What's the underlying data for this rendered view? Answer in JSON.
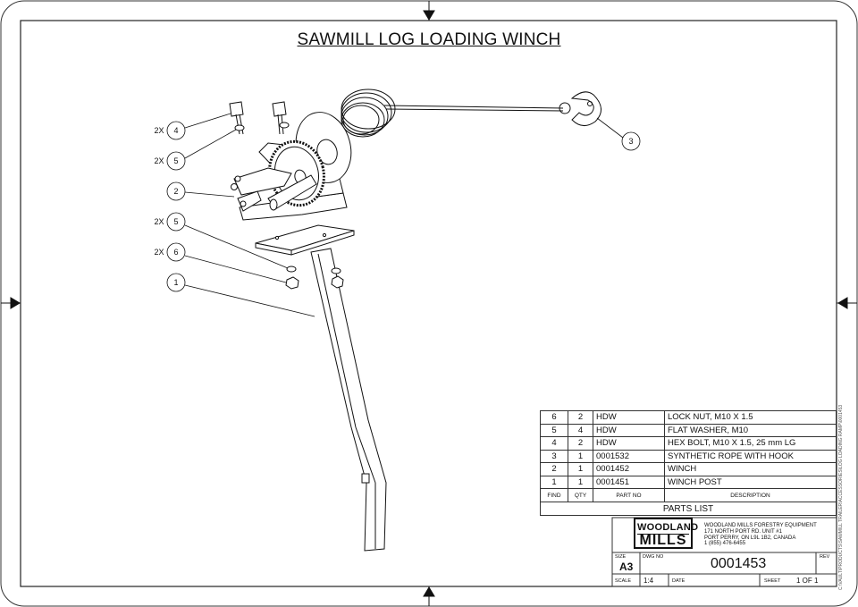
{
  "drawing": {
    "title": "SAWMILL LOG LOADING WINCH",
    "side_path": "C:\\VAULT\\PRODUCTS\\SAWMILL TRAILER\\ACCESSORIES\\LOG LOADING RAMP\\0001453"
  },
  "callouts": [
    {
      "qty": "2X",
      "item": "4"
    },
    {
      "qty": "2X",
      "item": "5"
    },
    {
      "qty": "",
      "item": "2"
    },
    {
      "qty": "2X",
      "item": "5"
    },
    {
      "qty": "2X",
      "item": "6"
    },
    {
      "qty": "",
      "item": "1"
    },
    {
      "qty": "",
      "item": "3"
    }
  ],
  "parts_list": {
    "rows": [
      {
        "find": "6",
        "qty": "2",
        "part_no": "HDW",
        "description": "LOCK NUT, M10 X 1.5"
      },
      {
        "find": "5",
        "qty": "4",
        "part_no": "HDW",
        "description": "FLAT WASHER, M10"
      },
      {
        "find": "4",
        "qty": "2",
        "part_no": "HDW",
        "description": "HEX BOLT, M10 X 1.5, 25 mm LG"
      },
      {
        "find": "3",
        "qty": "1",
        "part_no": "0001532",
        "description": "SYNTHETIC ROPE WITH HOOK"
      },
      {
        "find": "2",
        "qty": "1",
        "part_no": "0001452",
        "description": "WINCH"
      },
      {
        "find": "1",
        "qty": "1",
        "part_no": "0001451",
        "description": "WINCH POST"
      }
    ],
    "headers": {
      "find": "FIND",
      "qty": "QTY",
      "part_no": "PART NO",
      "description": "DESCRIPTION"
    },
    "caption": "PARTS LIST"
  },
  "title_block": {
    "logo_line1": "WOODLAND",
    "logo_line2": "MILLS",
    "company": "WOODLAND MILLS FORESTRY EQUIPMENT",
    "address1": "171 NORTH PORT RD. UNIT #1",
    "address2": "PORT PERRY, ON L9L 1B2, CANADA",
    "phone": "1 (855) 476-6455",
    "size_label": "SIZE",
    "size": "A3",
    "dwg_no_label": "DWG NO",
    "dwg_no": "0001453",
    "rev_label": "REV",
    "rev": "",
    "scale_label": "SCALE",
    "scale": "1:4",
    "date_label": "DATE",
    "date": "",
    "sheet_label": "SHEET",
    "sheet": "1 OF 1"
  }
}
